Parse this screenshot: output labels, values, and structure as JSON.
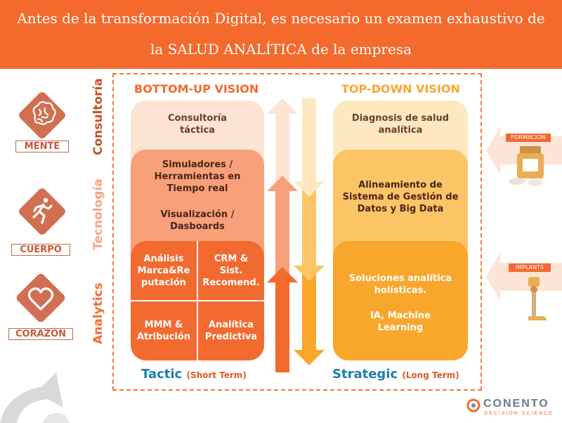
{
  "header": {
    "line1": "Antes de la transformación Digital, es necesario un examen exhaustivo de",
    "line2": "la SALUD ANALÍTICA de la empresa"
  },
  "left_badges": [
    {
      "label": "MENTE",
      "icon": "brain-icon"
    },
    {
      "label": "CUERPO",
      "icon": "running-person-icon"
    },
    {
      "label": "CORAZÓN",
      "icon": "heart-icon"
    }
  ],
  "vertical_labels": {
    "consultoria": "Consultoría",
    "tecnologia": "Tecnología",
    "analytics": "Analytics"
  },
  "headings": {
    "bottom_up": "BOTTOM-UP VISION",
    "top_down": "TOP-DOWN VISION"
  },
  "left_column": {
    "consultoria": "Consultoría\ntáctica",
    "simuladores": "Simuladores /\nHerramientas en\nTiempo real",
    "visualizacion": "Visualización /\nDasboards",
    "cells": [
      "Análisis\nMarca&Re\nputación",
      "CRM &\nSist.\nRecomend.",
      "MMM &\nAtribución",
      "Analítica\nPredictiva"
    ]
  },
  "right_column": {
    "diagnosis": "Diagnosis de salud\nanalítica",
    "alineamiento": "Alineamiento de\nSistema de Gestión de\nDatos y Big Data",
    "soluciones": "Soluciones analítica\nholísticas.",
    "ia": "IA, Machine\nLearning"
  },
  "footer": {
    "tactic": "Tactic",
    "tactic_sub": "(Short Term)",
    "strategic": "Strategic",
    "strategic_sub": "(Long Term)"
  },
  "side_tags": {
    "formacion": "FORMACIÓN",
    "implants": "IMPLANTS"
  },
  "logo": {
    "name": "CONENTO",
    "tagline": "DECISION SCIENCE"
  },
  "colors": {
    "orange": "#f36a2c",
    "light_orange": "#f8a07a",
    "pale_peach": "#fde3d4",
    "yellow": "#f9a72c",
    "pale_yellow": "#fde8c0",
    "blue": "#1b7fae"
  }
}
